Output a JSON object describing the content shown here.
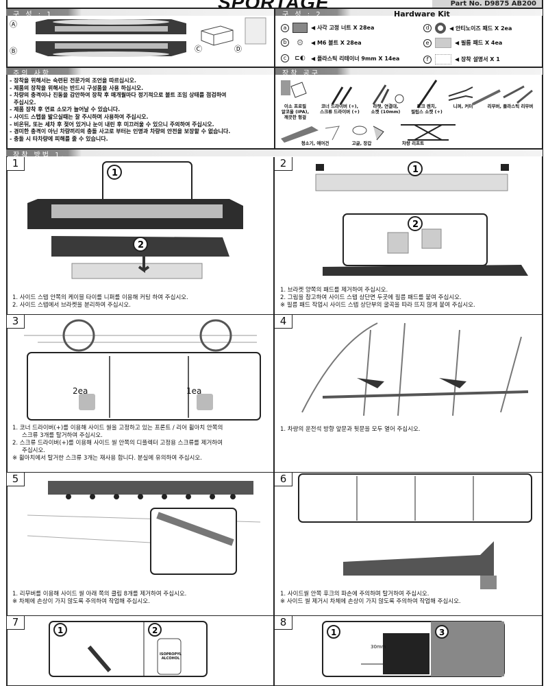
{
  "header": {
    "logo": "SPORTAGE",
    "part_no": "Part No. D9875 AB200"
  },
  "composition1": {
    "title": "구 성 : 1",
    "labels": [
      "Ⓐ",
      "Ⓑ",
      "Ⓒ",
      "Ⓓ"
    ]
  },
  "composition2": {
    "title": "구 성 : 2",
    "kit_title": "Hardware Kit",
    "items": [
      {
        "mark": "a",
        "text": "◀ 사각 고정 너트 X 28ea"
      },
      {
        "mark": "b",
        "text": "◀ M6 볼트 X 28ea"
      },
      {
        "mark": "c",
        "text": "◀ 플라스틱 리테이너 9mm X 14ea"
      },
      {
        "mark": "d",
        "text": "◀ 안티노이즈 패드 X 2ea"
      },
      {
        "mark": "e",
        "text": "◀ 필름 패드 X 4ea"
      },
      {
        "mark": "f",
        "text": "◀ 장착 설명서 X 1"
      }
    ]
  },
  "cautions": {
    "title": "주의 사항",
    "lines": [
      "- 장착을 위해서는 숙련된  전문가의 조언을 따르십시오.",
      "- 제품의 장착을 위해서는 반드시 구성품을 사용 하십시오.",
      "- 차량의 충격이나 진동을 감안하여 장착 후 매개월마다 정기적으로 볼트 조임 상태를 점검하여",
      "  주십시오.",
      "- 제품 장착 후 연료 소모가 늘어날 수 있습니다.",
      "- 사이드 스텝을 밟으실때는 잘 주시하며 사용하여 주십시오.",
      "- 비온뒤, 또는 세차 후 젖어 있거나 눈이 내린 후 미끄러울 수 있으니 주의하여 주십시오.",
      "- 경미한 충격이 아닌 차량끼리의 충돌 사고로 부터는 인명과 차량의 안전을 보장할 수 없습니다.",
      "- 충돌 시 타차량에 피해를 줄 수 있습니다."
    ]
  },
  "tools": {
    "title": "장착 공구",
    "items": [
      "이소 프로필\n알코올 (IPA),\n깨끗한 헝겊",
      "코너 드라이버 (+),\n스크류 드라이버 (+)",
      "라챗, 연결대,\n소켓 (10mm)",
      "토크 렌치,\n필립스 소켓 (+)",
      "니퍼, 커터",
      "리무버, 플라스틱 리무버",
      "청소기, 에어건",
      "고글, 장갑",
      "차량 리프트"
    ]
  },
  "method": {
    "title": "장착 방법 1."
  },
  "steps": [
    {
      "num": "1",
      "lines": [
        "1. 사이드 스텝 안쪽의 케이블 타이를 니퍼를 이용해 커팅 하여 주십시오.",
        "2. 사이드 스텝에서 브라켓을 분리하여 주십시오."
      ]
    },
    {
      "num": "2",
      "lines": [
        "1. 브라켓 양쪽의 패드를 제거하여 주십시오.",
        "2. 그림을 참고하여 사이드 스텝 상단면 두곳에 필름 패드를 붙여 주십시오.",
        "※ 필름 패드 작업시 사이드 스텝 상단부의 굴곡을 따라 뜨지 않게 붙여 주십시오."
      ]
    },
    {
      "num": "3",
      "lines": [
        "1. 코너 드라이버(+)를 이용해 사이드 씰을 고정하고 있는 프론트 / 리어 휠아치 안쪽의",
        "    스크류 3개를 탈거하여 주십시오.",
        "2. 스크류 드라이버(+)를 이용해 사이드 씰 안쪽의 디플렉터 고정용 스크류를 제거하여",
        "    주십시오.",
        "※ 휠아치에서 탈거한 스크류 3개는 재사용 합니다. 분실에 유의하여 주십시오."
      ],
      "callouts": [
        "2ea",
        "1ea"
      ]
    },
    {
      "num": "4",
      "lines": [
        "1. 차량의 운전석 방향 앞문과 뒷문을 모두 열어 주십시오."
      ]
    },
    {
      "num": "5",
      "lines": [
        "1. 리무버를 이용해 사이드 씰 아래 쪽의 클립 8개를 제거하여 주십시오.",
        "※ 차체에 손상이 가지 않도록 주의하여 작업해 주십시오."
      ]
    },
    {
      "num": "6",
      "lines": [
        "1. 사이드씰 안쪽 후크의 파손에 주의하며 탈거하여 주십시오.",
        "※ 사이드 씰 제거시 차체에 손상이 가지 않도록 주의하여 작업해 주십시오."
      ]
    },
    {
      "num": "7",
      "lines": [],
      "label": "ISOPROPYL\nALCOHOL"
    },
    {
      "num": "8",
      "lines": [],
      "dimension": "30mm"
    }
  ]
}
